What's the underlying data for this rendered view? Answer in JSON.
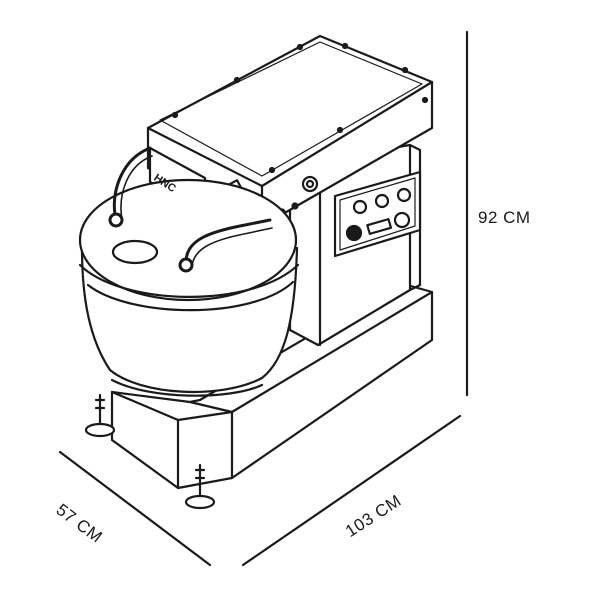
{
  "dimensions": {
    "height": "92 CM",
    "depth": "57 CM",
    "width": "103 CM"
  },
  "machine": {
    "brand": "HNC"
  },
  "colors": {
    "line": "#1a1a1a",
    "background": "#ffffff"
  }
}
